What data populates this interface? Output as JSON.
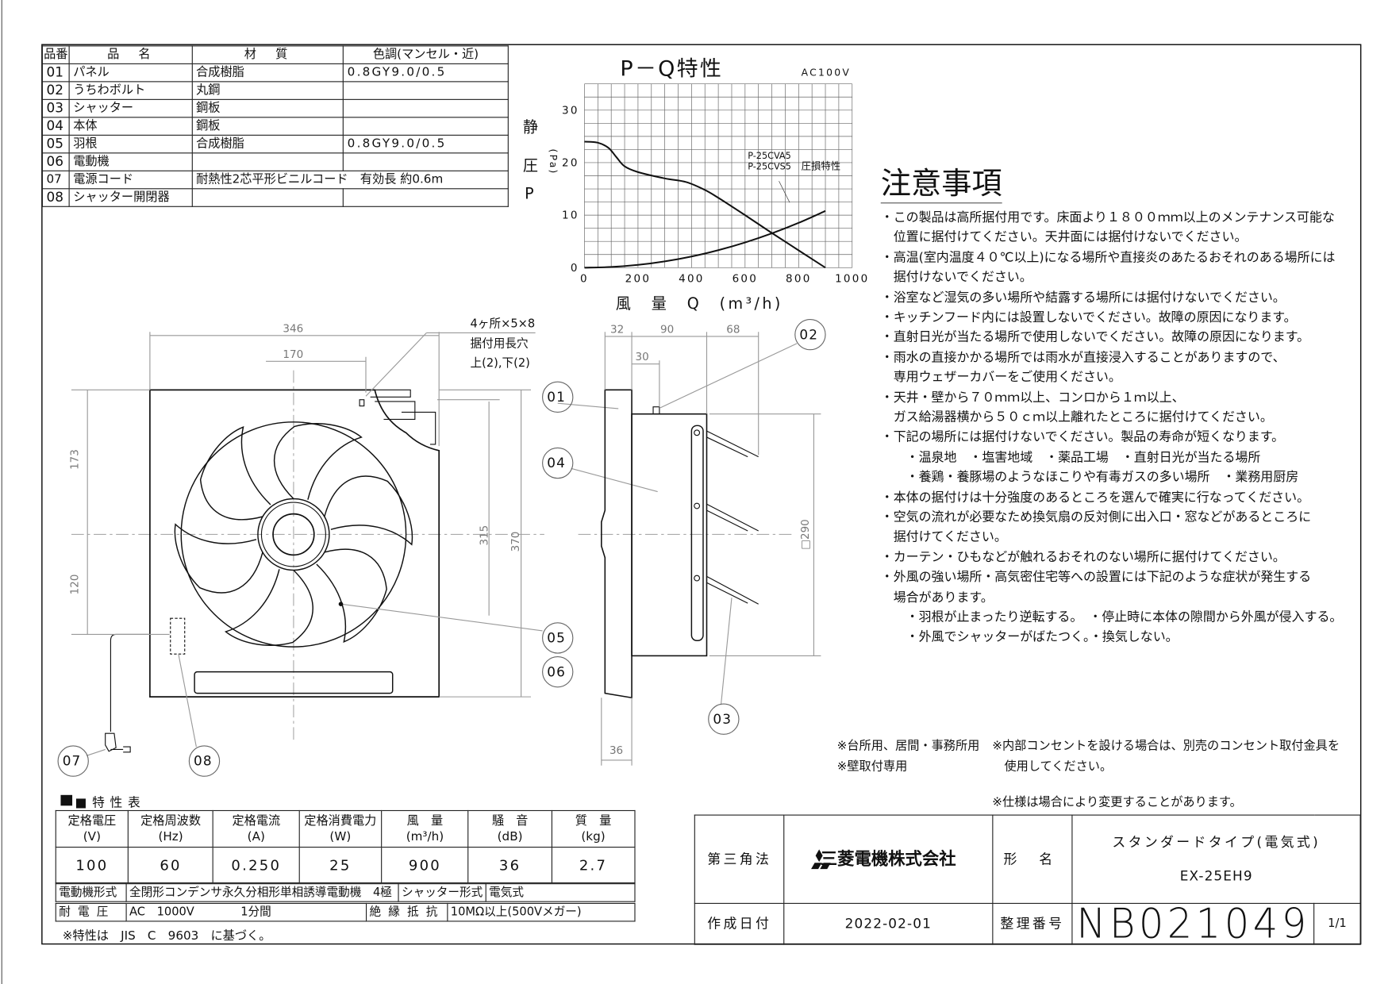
{
  "parts_table": {
    "headers": [
      "品番",
      "品　名",
      "材　質",
      "色調(マンセル・近)"
    ],
    "rows": [
      [
        "01",
        "パネル",
        "合成樹脂",
        "0.8GY9.0/0.5"
      ],
      [
        "02",
        "うちわボルト",
        "丸鋼",
        ""
      ],
      [
        "03",
        "シャッター",
        "鋼板",
        ""
      ],
      [
        "04",
        "本体",
        "鋼板",
        ""
      ],
      [
        "05",
        "羽根",
        "合成樹脂",
        "0.8GY9.0/0.5"
      ],
      [
        "06",
        "電動機",
        "",
        ""
      ],
      [
        "07",
        "電源コード",
        "耐熱性2芯平形ビニルコード　有効長 約0.6m",
        ""
      ],
      [
        "08",
        "シャッター開閉器",
        "",
        ""
      ]
    ]
  },
  "chart_data": {
    "type": "line",
    "title": "P－Q特性",
    "subtitle": "AC100V",
    "xlabel": "風　量　Q　(m³/h)",
    "ylabel_chars": [
      "静",
      "圧",
      "P"
    ],
    "ylabel_unit": "(Pa)",
    "xlim": [
      0,
      1000
    ],
    "ylim": [
      0,
      35
    ],
    "x_ticks": [
      0,
      200,
      400,
      600,
      800,
      1000
    ],
    "y_ticks": [
      0,
      10,
      20,
      30
    ],
    "grid": true,
    "series": [
      {
        "name": "PQ curve",
        "x": [
          0,
          50,
          90,
          120,
          150,
          200,
          300,
          380,
          450,
          500,
          600,
          700,
          800,
          900
        ],
        "y": [
          24,
          23.8,
          22.8,
          21,
          19.3,
          18.2,
          17,
          16.3,
          14.8,
          13.3,
          10,
          6.6,
          3.3,
          0
        ]
      },
      {
        "name": "圧損特性",
        "x": [
          0,
          100,
          200,
          300,
          400,
          500,
          600,
          700,
          800,
          900
        ],
        "y": [
          0,
          0.13,
          0.53,
          1.2,
          2.13,
          3.33,
          4.8,
          6.53,
          8.53,
          10.8
        ]
      }
    ],
    "annotation_lines": [
      "P-25CVA5",
      "P-25CVS5"
    ],
    "annotation_label": "圧損特性"
  },
  "notes": {
    "title": "注意事項",
    "lines": [
      "・この製品は高所据付用です。床面より１８００ｍｍ以上のメンテナンス可能な",
      "　位置に据付けてください。天井面には据付けないでください。",
      "・高温(室内温度４０℃以上)になる場所や直接炎のあたるおそれのある場所には",
      "　据付けないでください。",
      "・浴室など湿気の多い場所や結露する場所には据付けないでください。",
      "・キッチンフード内には設置しないでください。故障の原因になります。",
      "・直射日光が当たる場所で使用しないでください。故障の原因になります。",
      "・雨水の直接かかる場所では雨水が直接浸入することがありますので、",
      "　専用ウェザーカバーをご使用ください。",
      "・天井・壁から７０ｍｍ以上、コンロから１ｍ以上、",
      "　ガス給湯器横から５０ｃｍ以上離れたところに据付けてください。",
      "・下記の場所には据付けないでください。製品の寿命が短くなります。",
      "　　・温泉地　・塩害地域　・薬品工場　・直射日光が当たる場所",
      "　　・養鶏・養豚場のようなほこりや有毒ガスの多い場所　・業務用厨房",
      "・本体の据付けは十分強度のあるところを選んで確実に行なってください。",
      "・空気の流れが必要なため換気扇の反対側に出入口・窓などがあるところに",
      "　据付けてください。",
      "・カーテン・ひもなどが触れるおそれのない場所に据付けてください。",
      "・外風の強い場所・高気密住宅等への設置には下記のような症状が発生する",
      "　場合があります。",
      "　　・羽根が止まったり逆転する。　・停止時に本体の隙間から外風が侵入する。",
      "　　・外風でシャッターがばたつく。・換気しない。"
    ]
  },
  "front_view": {
    "dims": {
      "width": "346",
      "offset": "170",
      "upper": "173",
      "lower": "120",
      "inner_h": "315",
      "outer_h": "370"
    },
    "slot_note": [
      "4ヶ所×5×8",
      "据付用長穴",
      "上(2),下(2)"
    ]
  },
  "side_view": {
    "dims": {
      "panel": "32",
      "body": "90",
      "shutter": "68",
      "bolt": "30",
      "bottom": "36",
      "square": "□290"
    }
  },
  "balloons": {
    "b01": "01",
    "b02": "02",
    "b03": "03",
    "b04": "04",
    "b05": "05",
    "b06": "06",
    "b07": "07",
    "b08": "08"
  },
  "usage_notes": {
    "left": [
      "※台所用、居間・事務所用",
      "※壁取付専用"
    ],
    "right": [
      "※内部コンセントを設ける場合は、別売のコンセント取付金具を",
      "　使用してください。"
    ],
    "spec_change": "※仕様は場合により変更することがあります。"
  },
  "spec_table": {
    "title": "■特性表",
    "headers": [
      [
        "定格電圧",
        "(V)"
      ],
      [
        "定格周波数",
        "(Hz)"
      ],
      [
        "定格電流",
        "(A)"
      ],
      [
        "定格消費電力",
        "(W)"
      ],
      [
        "風　量",
        "(m³/h)"
      ],
      [
        "騒　音",
        "(dB)"
      ],
      [
        "質　量",
        "(kg)"
      ]
    ],
    "values": [
      "100",
      "60",
      "0.250",
      "25",
      "900",
      "36",
      "2.7"
    ],
    "motor_label": "電動機形式",
    "motor_value": "全閉形コンデンサ永久分相形単相誘導電動機　4極",
    "shutter_label": "シャッター形式",
    "shutter_value": "電気式",
    "withstand_label": "耐 電 圧",
    "withstand_value": "AC　1000V　　　　1分間",
    "insulation_label": "絶 縁 抵 抗",
    "insulation_value": "10MΩ以上(500Vメガー)",
    "footnote": "※特性は　JIS　C　9603　に基づく。"
  },
  "title_block": {
    "projection": "第三角法",
    "company": "三菱電機株式会社",
    "model_label": "形 名",
    "product_type": "スタンダードタイプ(電気式)",
    "model": "EX-25EH9",
    "date_label": "作成日付",
    "date": "2022-02-01",
    "number_label": "整理番号",
    "number": "NB021049",
    "sheet": "1/1"
  }
}
